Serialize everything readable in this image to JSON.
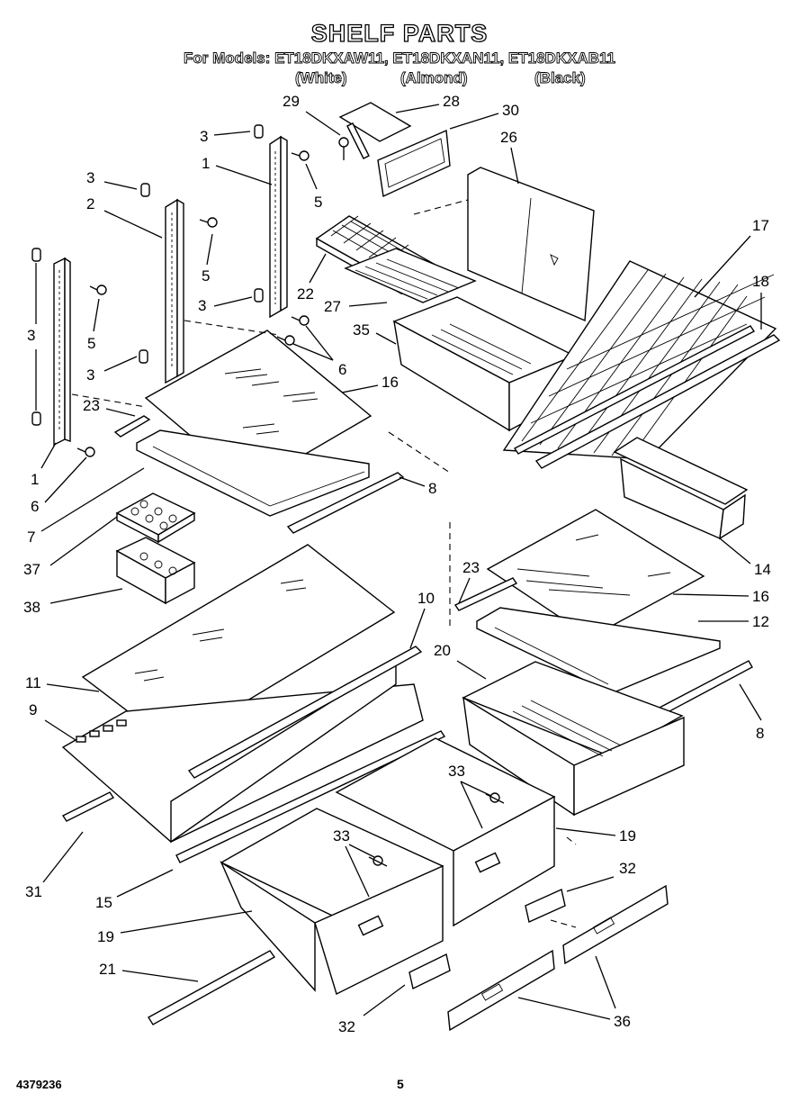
{
  "title": "SHELF PARTS",
  "models_line": "For Models: ET18DKXAW11, ET18DKXAN11, ET18DKXAB11",
  "colors": [
    "(White)",
    "(Almond)",
    "(Black)"
  ],
  "document_number": "4379236",
  "page_number": "5",
  "callouts": [
    "1",
    "2",
    "3",
    "5",
    "6",
    "7",
    "8",
    "9",
    "10",
    "11",
    "12",
    "14",
    "15",
    "16",
    "17",
    "18",
    "19",
    "20",
    "21",
    "22",
    "23",
    "26",
    "27",
    "28",
    "29",
    "30",
    "31",
    "32",
    "33",
    "35",
    "36",
    "37",
    "38"
  ]
}
